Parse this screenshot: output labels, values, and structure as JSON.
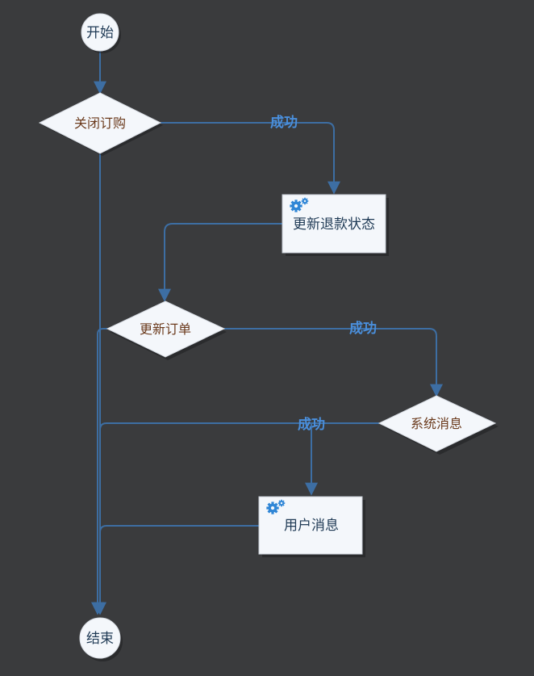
{
  "nodes": {
    "start": {
      "label": "开始"
    },
    "close_purchase": {
      "label": "关闭订购"
    },
    "update_refund": {
      "label": "更新退款状态",
      "icon": "gear-icon"
    },
    "update_order": {
      "label": "更新订单"
    },
    "system_message": {
      "label": "系统消息"
    },
    "user_message": {
      "label": "用户消息",
      "icon": "gear-icon"
    },
    "end": {
      "label": "结束"
    }
  },
  "edges": {
    "close_success": {
      "label": "成功"
    },
    "order_success": {
      "label": "成功"
    },
    "system_success": {
      "label": "成功"
    }
  },
  "colors": {
    "background": "#3a3b3d",
    "edge": "#3d6ea3",
    "edge_label": "#4a8fdc",
    "node_fill": "#f4f7fb",
    "decision_text": "#6b3a1c",
    "icon": "#2f86d6"
  }
}
